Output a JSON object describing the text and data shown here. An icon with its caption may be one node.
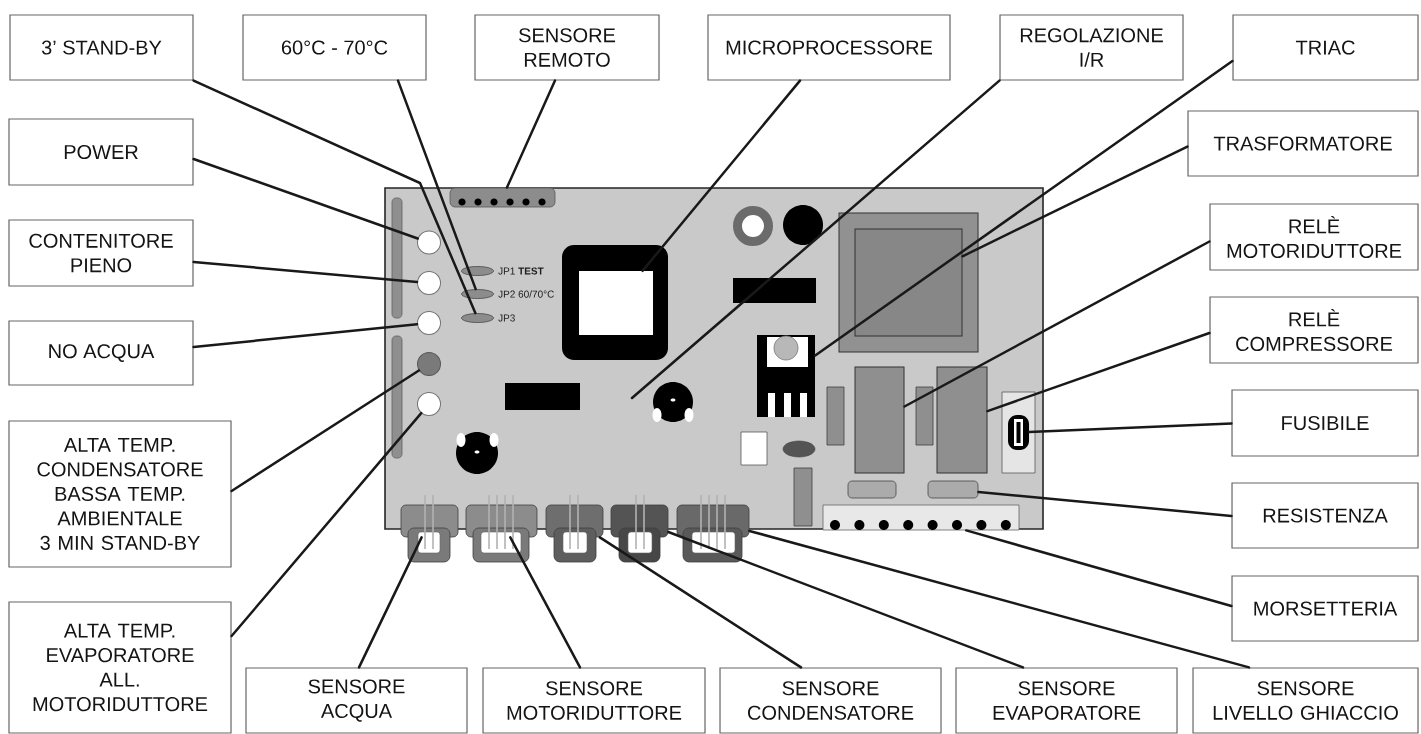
{
  "diagram": {
    "nodes": [
      {
        "text": [
          "3’ STAND-BY"
        ]
      },
      {
        "text": [
          "60°C - 70°C"
        ]
      },
      {
        "text": [
          "SENSORE REMOTO"
        ]
      },
      {
        "text": [
          "MICROPROCESSORE"
        ]
      },
      {
        "text": [
          "REGOLAZIONE I/R"
        ]
      },
      {
        "text": [
          "TRIAC"
        ]
      },
      {
        "text": [
          "POWER"
        ]
      },
      {
        "text": [
          "CONTENITORE PIENO"
        ]
      },
      {
        "text": [
          "NO ACQUA"
        ]
      },
      {
        "text": [
          "ALTA TEMP. CONDENSATORE BASSA TEMP. AMBIENTALE 3 MIN STAND-BY"
        ]
      },
      {
        "text": [
          "ALTA TEMP. EVAPORATORE ALL. MOTORIDUTTORE"
        ]
      },
      {
        "text": [
          "TRASFORMATORE"
        ]
      },
      {
        "text": [
          "RELÈ MOTORIDUTTORE"
        ]
      },
      {
        "text": [
          "RELÈ COMPRESSORE"
        ]
      },
      {
        "text": [
          "FUSIBILE"
        ]
      },
      {
        "text": [
          "RESISTENZA"
        ]
      },
      {
        "text": [
          "MORSETTERIA"
        ]
      },
      {
        "text": [
          "SENSORE ACQUA"
        ]
      },
      {
        "text": [
          "SENSORE MOTORIDUTTORE"
        ]
      },
      {
        "text": [
          "SENSORE CONDENSATORE"
        ]
      },
      {
        "text": [
          "SENSORE EVAPORATORE"
        ]
      },
      {
        "text": [
          "SENSORE LIVELLO GHIACCIO"
        ]
      },
      {
        "text": [],
        "shape": "box"
      },
      {
        "text": [],
        "shape": "box",
        "in": 22
      },
      {
        "text": [],
        "shape": "ellipse",
        "in": 22,
        "beside": [
          "JP1 **TEST**"
        ]
      },
      {
        "text": [],
        "shape": "ellipse",
        "in": 22,
        "beside": [
          "JP2 60/70°C"
        ]
      },
      {
        "text": [],
        "shape": "ellipse",
        "in": 22,
        "beside": [
          "JP3"
        ]
      },
      {
        "text": [],
        "shape": "box",
        "in": 22
      },
      {
        "text": [],
        "shape": "circle",
        "in": 22
      },
      {
        "text": [],
        "shape": "circle",
        "in": 22
      },
      {
        "text": [],
        "shape": "circle",
        "in": 22
      },
      {
        "text": [],
        "shape": "circle",
        "in": 22
      },
      {
        "text": [],
        "shape": "circle",
        "in": 22
      },
      {
        "text": [],
        "shape": "box",
        "in": 22
      },
      {
        "text": [],
        "shape": "box",
        "in": 22
      },
      {
        "text": [],
        "shape": "box",
        "in": 22
      },
      {
        "text": [],
        "shape": "box",
        "in": 22
      },
      {
        "text": [],
        "shape": "box",
        "in": 22
      },
      {
        "text": [],
        "shape": "box",
        "in": 22
      },
      {
        "text": [],
        "shape": "box",
        "in": 22
      },
      {
        "text": [],
        "shape": "box"
      },
      {
        "text": [],
        "shape": "box"
      },
      {
        "text": [],
        "shape": "box"
      },
      {
        "text": [],
        "shape": "box"
      },
      {
        "text": [],
        "shape": "box"
      },
      {
        "text": [],
        "shape": "box",
        "in": 22
      },
      {
        "text": [],
        "shape": "box",
        "in": 22
      },
      {
        "text": [],
        "shape": "box",
        "in": 22
      }
    ],
    "edges": [
      {
        "from": 0,
        "to": 26,
        "arrow": "none"
      },
      {
        "from": 1,
        "to": 25,
        "arrow": "none"
      },
      {
        "from": 2,
        "to": 23,
        "arrow": "none"
      },
      {
        "from": 3,
        "to": 27,
        "arrow": "none"
      },
      {
        "from": 4,
        "to": null,
        "arrow": "none"
      },
      {
        "from": 5,
        "to": 33,
        "arrow": "none"
      },
      {
        "from": 6,
        "to": 28,
        "arrow": "none"
      },
      {
        "from": 7,
        "to": 29,
        "arrow": "none"
      },
      {
        "from": 8,
        "to": 30,
        "arrow": "none"
      },
      {
        "from": 9,
        "to": 31,
        "arrow": "none"
      },
      {
        "from": 10,
        "to": 32,
        "arrow": "none"
      },
      {
        "from": 11,
        "to": 34,
        "arrow": "none"
      },
      {
        "from": 12,
        "to": 35,
        "arrow": "none"
      },
      {
        "from": 13,
        "to": 36,
        "arrow": "none"
      },
      {
        "from": 14,
        "to": 37,
        "arrow": "none"
      },
      {
        "from": 15,
        "to": 38,
        "arrow": "none"
      },
      {
        "from": 16,
        "to": 39,
        "arrow": "none"
      },
      {
        "from": 17,
        "to": 40,
        "arrow": "none"
      },
      {
        "from": 18,
        "to": 41,
        "arrow": "none"
      },
      {
        "from": 19,
        "to": 42,
        "arrow": "none"
      },
      {
        "from": 20,
        "to": 43,
        "arrow": "none"
      },
      {
        "from": 21,
        "to": 44,
        "arrow": "none"
      }
    ]
  }
}
